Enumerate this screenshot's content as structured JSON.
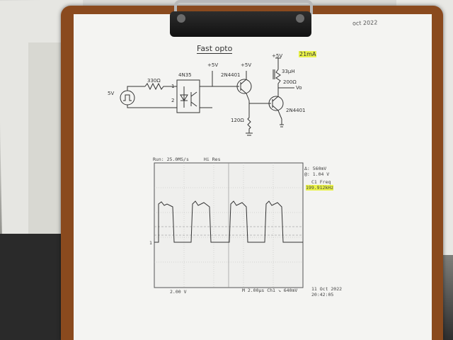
{
  "photo": {
    "corner_note": "oct 2022",
    "title": "Fast opto"
  },
  "schematic": {
    "source_voltage": "5V",
    "resistor_input": "330Ω",
    "optocoupler": "4N35",
    "opto_pin1": "1",
    "opto_pin2": "2",
    "supply_1": "+5V",
    "supply_2": "+5V",
    "supply_3": "+5V",
    "transistor_1": "2N4401",
    "transistor_2": "2N4401",
    "resistor_emitter": "120Ω",
    "inductor": "33µH",
    "resistor_collector": "200Ω",
    "current_note": "21mA",
    "output_label": "Vo"
  },
  "scope": {
    "run_status": "Run: 25.0MS/s",
    "mode": "Hi Res",
    "delta_v": "Δ: 560mV",
    "at_v": "@: 1.04 V",
    "meas_label": "C1 Freq",
    "meas_value": "199.912kHz",
    "ch1_scale": "2.00 V",
    "timebase": "M 2.00µs  Ch1 ↘  640mV",
    "date": "11 Oct 2022",
    "time": "20:42:05",
    "ch1_marker": "1"
  },
  "colors": {
    "clipboard": "#8a4a1e",
    "highlight": "#e9f24a",
    "ink": "#333333"
  }
}
